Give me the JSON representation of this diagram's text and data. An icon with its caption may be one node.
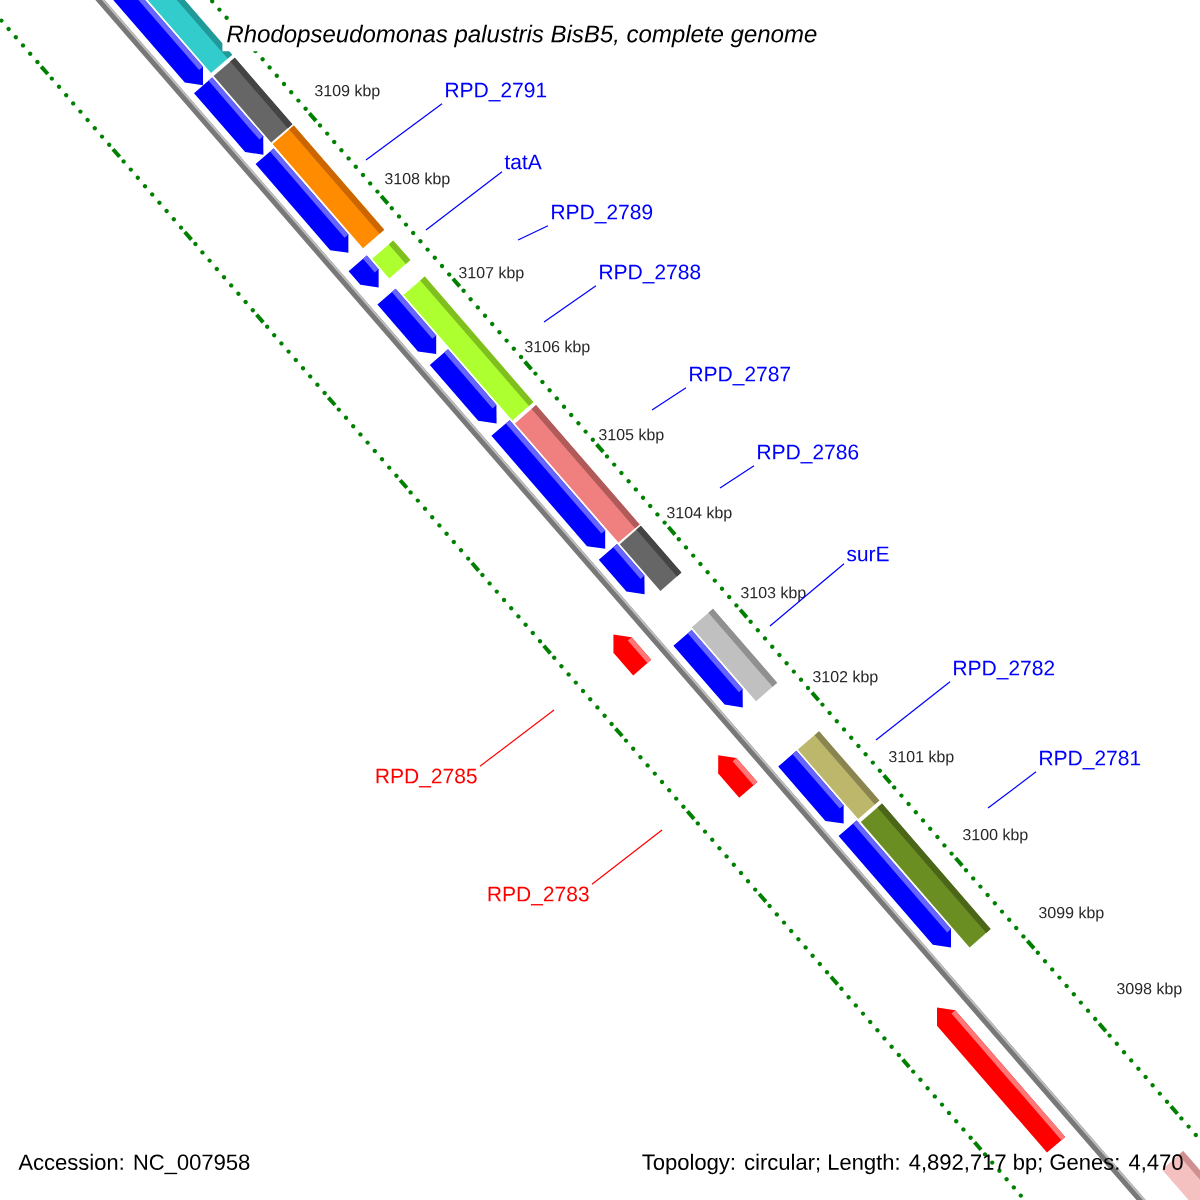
{
  "diagram": {
    "title": "Rhodopseudomonas palustris BisB5, complete genome",
    "nodes": [
      {
        "text": [
          "RPD_2791"
        ]
      },
      {
        "text": [
          "tatA"
        ]
      },
      {
        "text": [
          "RPD_2789"
        ]
      },
      {
        "text": [
          "RPD_2788"
        ]
      },
      {
        "text": [
          "RPD_2787"
        ]
      },
      {
        "text": [
          "RPD_2786"
        ]
      },
      {
        "text": [
          "surE"
        ]
      },
      {
        "text": [
          "RPD_2782"
        ]
      },
      {
        "text": [
          "RPD_2781"
        ]
      },
      {
        "text": [
          "RPD_2785"
        ]
      },
      {
        "text": [
          "RPD_2783"
        ]
      }
    ],
    "edges": [
      {
        "from": 0,
        "to": null,
        "arrow": "none"
      },
      {
        "from": 1,
        "to": null,
        "arrow": "none"
      },
      {
        "from": 2,
        "to": null,
        "arrow": "none"
      },
      {
        "from": 3,
        "to": null,
        "arrow": "none"
      },
      {
        "from": 4,
        "to": null,
        "arrow": "none"
      },
      {
        "from": 5,
        "to": null,
        "arrow": "none"
      },
      {
        "from": 6,
        "to": null,
        "arrow": "none"
      },
      {
        "from": 7,
        "to": null,
        "arrow": "none"
      },
      {
        "from": 8,
        "to": null,
        "arrow": "none"
      },
      {
        "from": 9,
        "to": null,
        "arrow": "none",
        "color": "#ff0000"
      },
      {
        "from": 10,
        "to": null,
        "arrow": "none",
        "color": "#ff0000"
      }
    ],
    "labels": [
      "3109 kbp",
      "3108 kbp",
      "3107 kbp",
      "3106 kbp",
      "3105 kbp",
      "3104 kbp",
      "3103 kbp",
      "3102 kbp",
      "3101 kbp",
      "3100 kbp",
      "3099 kbp",
      "3098 kbp",
      "Accession: NC_007958",
      "Topology: circular; Length: 4,892,717 bp; Genes: 4,470"
    ]
  }
}
